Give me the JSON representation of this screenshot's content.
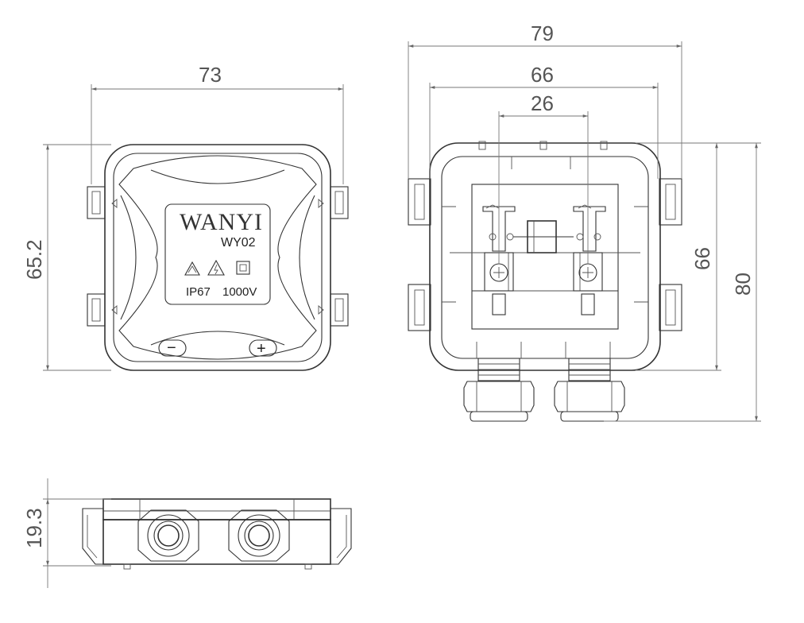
{
  "brand": {
    "name": "WANYI",
    "model": "WY02",
    "rating_ip": "IP67",
    "rating_voltage": "1000V"
  },
  "symbols": {
    "minus": "−",
    "plus": "+"
  },
  "dimensions": {
    "top_view_width": "73",
    "top_view_height": "65.2",
    "inner_outer_width": "79",
    "inner_body_width": "66",
    "terminal_spacing": "26",
    "inner_body_height": "66",
    "inner_overall_height": "80",
    "side_view_height": "19.3"
  },
  "icons": [
    "recycle-triangle-icon",
    "electric-hazard-icon",
    "double-insulation-icon"
  ],
  "colors": {
    "line": "#333333",
    "dimension": "#555555",
    "background": "#ffffff"
  }
}
